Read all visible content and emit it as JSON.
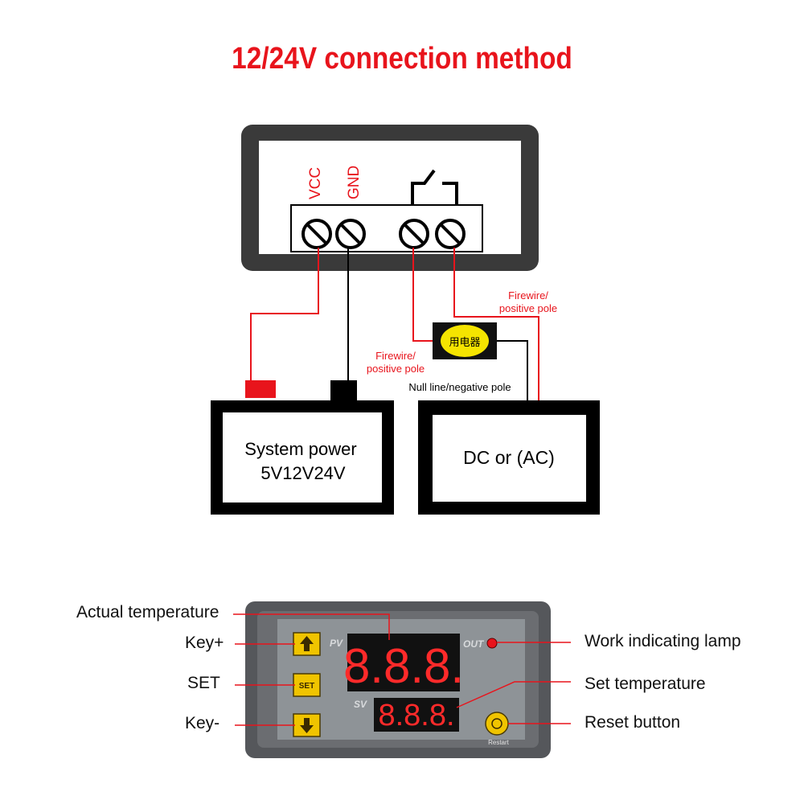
{
  "title": "12/24V connection method",
  "colors": {
    "red": "#e8141c",
    "black": "#000000",
    "yellow": "#f5e400"
  },
  "module": {
    "terminal_labels": {
      "vcc": "VCC",
      "gnd": "GND"
    }
  },
  "wiring": {
    "firewire_left": [
      "Firewire/",
      "positive pole"
    ],
    "firewire_right": [
      "Firewire/",
      "positive pole"
    ],
    "null_line": "Null line/negative pole",
    "appliance": "用电器",
    "system_power": [
      "System power",
      "5V12V24V"
    ],
    "dc_ac": "DC or (AC)"
  },
  "device": {
    "pv_label": "PV",
    "sv_label": "SV",
    "out_label": "OUT",
    "set_key": "SET",
    "restart_label": "Restart",
    "pv_digits": "8.8.8.",
    "sv_digits": "8.8.8."
  },
  "callouts": {
    "actual_temperature": "Actual temperature",
    "key_plus": "Key+",
    "set": "SET",
    "key_minus": "Key-",
    "work_lamp": "Work indicating lamp",
    "set_temperature": "Set temperature",
    "reset_button": "Reset button"
  }
}
